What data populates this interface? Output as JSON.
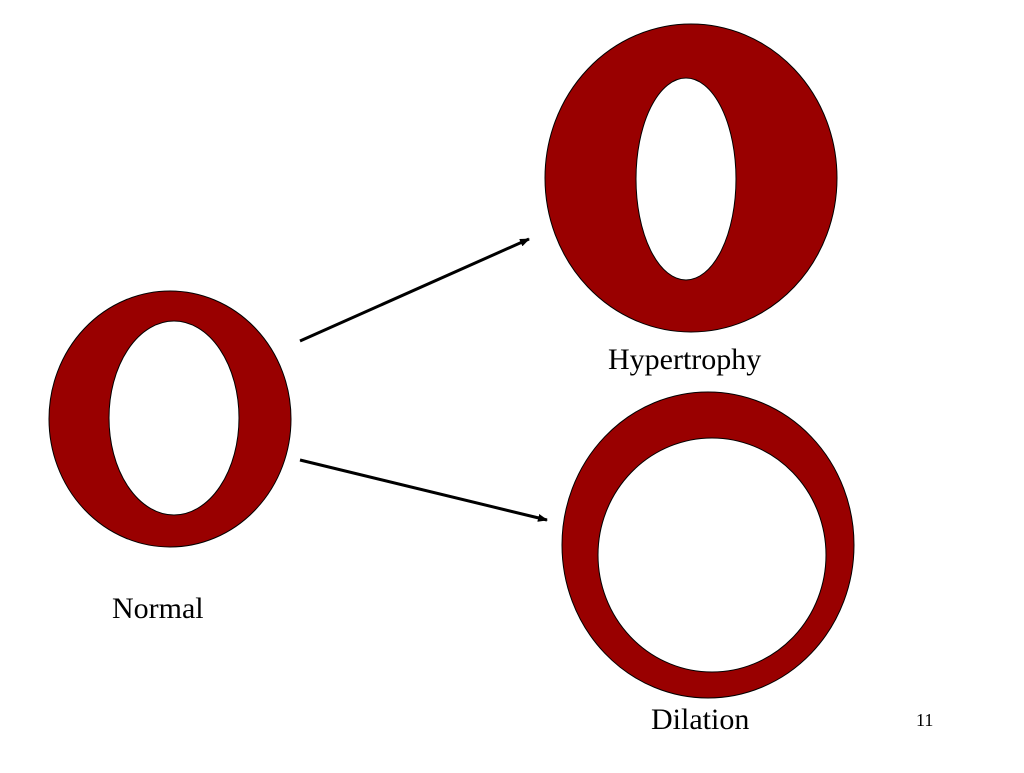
{
  "colors": {
    "wall": "#990000",
    "outline": "#000000",
    "cavity": "#ffffff",
    "arrow": "#000000"
  },
  "labels": {
    "normal": "Normal",
    "hypertrophy": "Hypertrophy",
    "dilation": "Dilation"
  },
  "page_number": "11"
}
